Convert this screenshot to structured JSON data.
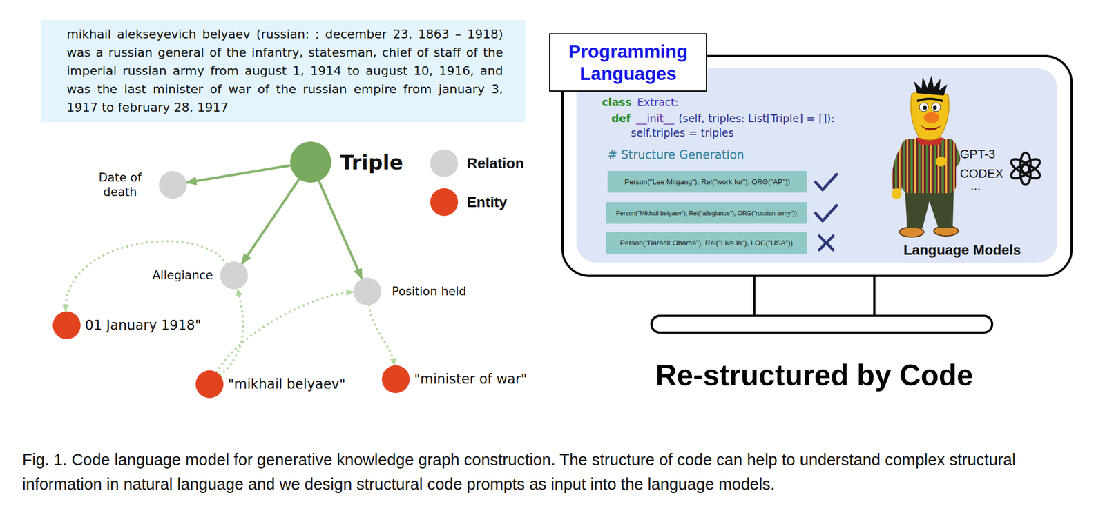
{
  "diagram": {
    "caption": "Fig. 1. Code language model for generative knowledge graph construction. The structure of code can help to understand complex structural information in natural language and we design structural code prompts as input into the language models.",
    "nodes": [
      {
        "text": [
          "mikhail alekseyevich belyaev (russian: ; december 23, 1863 – 1918) was a russian general of the infantry, statesman, chief of staff of the imperial russian army from august 1, 1914 to august 10, 1916, and was the last minister of war of the russian empire from january 3, 1917 to february 28, 1917"
        ]
      },
      {
        "text": [
          "Triple"
        ]
      },
      {
        "text": [
          "Date of death"
        ]
      },
      {
        "text": [
          "Allegiance"
        ]
      },
      {
        "text": [
          "Position held"
        ]
      },
      {
        "text": [
          "01 January 1918\""
        ]
      },
      {
        "text": [
          "\"mikhail belyaev\""
        ]
      },
      {
        "text": [
          "\"minister of war\""
        ]
      },
      {
        "text": [
          "Programming Languages"
        ]
      },
      {
        "text": [
          "Person(\"Lee Mitgang\"), Rel(\"work for\"), ORG(\"AP\"))"
        ]
      },
      {
        "text": [
          "Person(\"Mikhail belyaev\"), Rel(\"allegiance\"), ORG(\"russian army\"))"
        ]
      },
      {
        "text": [
          "Person(\"Barack Obama\"), Rel(\"Live in\"), LOC(\"USA\"))"
        ]
      }
    ],
    "edges": [
      {
        "from": 1,
        "to": 2,
        "arrow": "to"
      },
      {
        "from": 1,
        "to": 3,
        "arrow": "to"
      },
      {
        "from": 1,
        "to": 4,
        "arrow": "to"
      },
      {
        "from": 3,
        "to": 5,
        "arrow": "to"
      },
      {
        "from": 6,
        "to": 3,
        "arrow": "to"
      },
      {
        "from": 6,
        "to": 4,
        "arrow": "to"
      },
      {
        "from": 4,
        "to": 7,
        "arrow": "to"
      }
    ],
    "labels": [
      "class",
      "Extract:",
      "def",
      "__init__",
      "(self, triples: List[Triple] = []):",
      "self.triples = triples",
      "# Structure Generation",
      "GPT-3",
      "CODEX",
      "...",
      "Language Models",
      "Re-structured by Code"
    ],
    "legend": [
      {
        "text": "Relation",
        "color": "#d3d3d3"
      },
      {
        "text": "Entity",
        "color": "#e2431f"
      }
    ]
  }
}
